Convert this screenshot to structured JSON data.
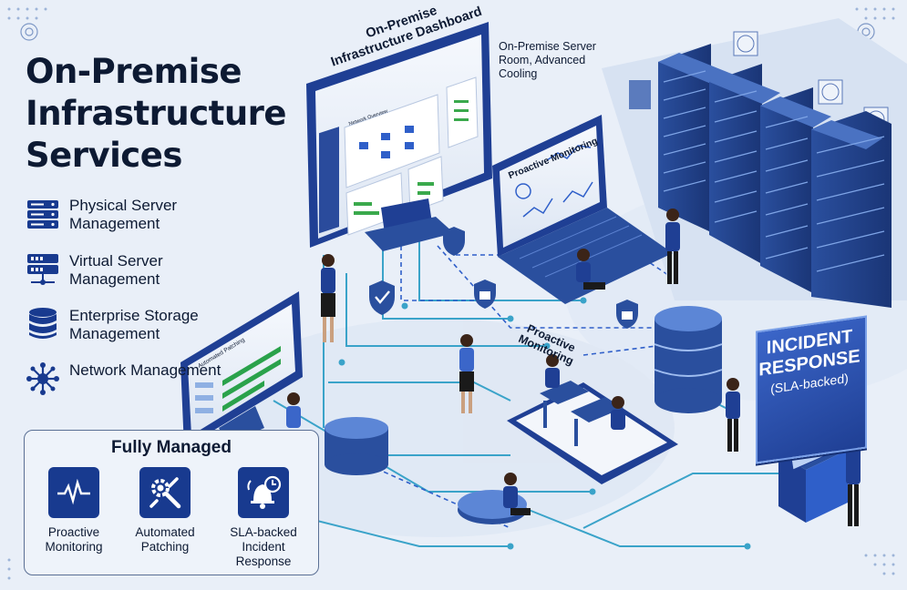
{
  "title_lines": [
    "On-Premise",
    "Infrastructure",
    "Services"
  ],
  "services": [
    {
      "label": "Physical Server Management",
      "icon": "server-rack-icon"
    },
    {
      "label": "Virtual Server Management",
      "icon": "virtual-server-icon"
    },
    {
      "label": "Enterprise Storage Management",
      "icon": "database-icon"
    },
    {
      "label": "Network Management",
      "icon": "network-hub-icon"
    }
  ],
  "managed": {
    "title": "Fully Managed",
    "items": [
      {
        "label": "Proactive Monitoring",
        "icon": "heartbeat-icon"
      },
      {
        "label": "Automated Patching",
        "icon": "gear-wrench-icon"
      },
      {
        "label": "SLA-backed Incident Response",
        "icon": "alarm-bell-clock-icon"
      }
    ]
  },
  "scene_labels": {
    "dashboard_line1": "On-Premise",
    "dashboard_line2": "Infrastructure Dashboard",
    "server_room": "On-Premise Server Room, Advanced Cooling",
    "laptop_screen": "Proactive Monitoring",
    "floor_line1": "Proactive",
    "floor_line2": "Monitoring",
    "small_monitor": "Automated Patching",
    "dash_panel": "Network Overview"
  },
  "incident": {
    "line1": "INCIDENT",
    "line2": "RESPONSE",
    "line3": "(SLA-backed)"
  },
  "colors": {
    "navy": "#183a8f",
    "accent": "#2f5fc9",
    "line": "#3aa3c9",
    "bg": "#e9eff8"
  }
}
